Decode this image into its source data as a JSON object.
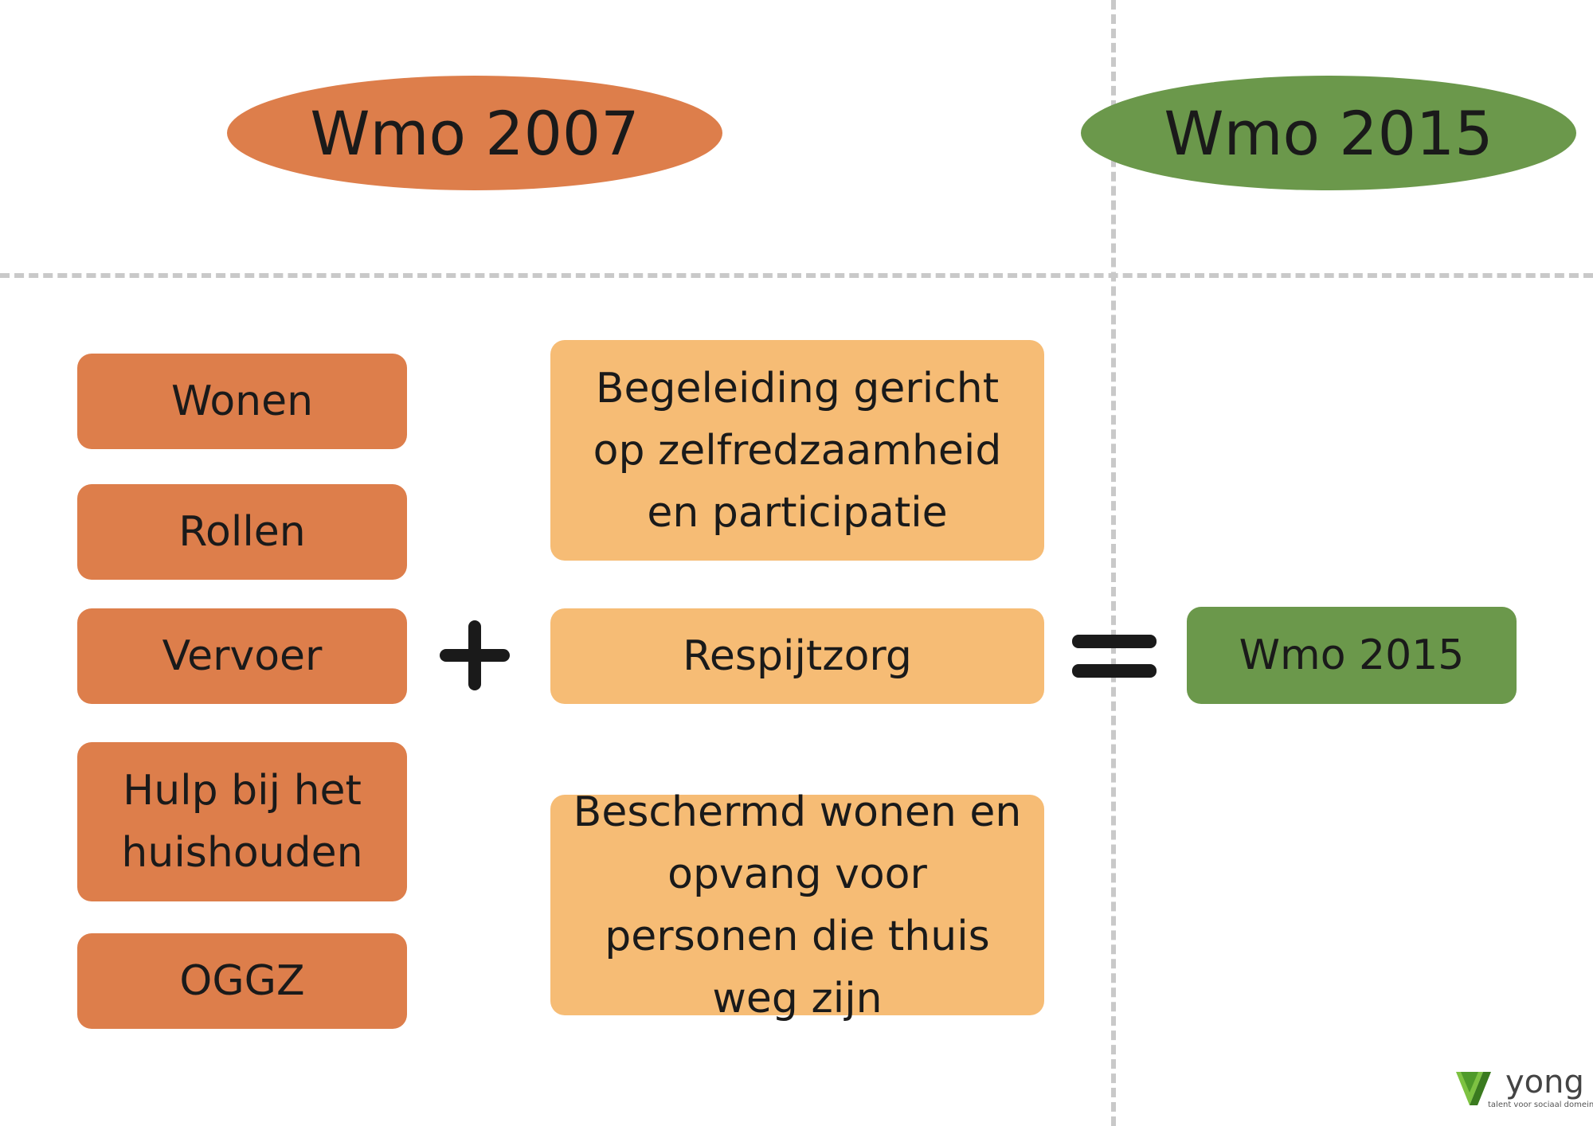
{
  "header": {
    "left_title": "Wmo 2007",
    "right_title": "Wmo 2015"
  },
  "left_column": {
    "items": [
      "Wonen",
      "Rollen",
      "Vervoer",
      "Hulp bij het huishouden",
      "OGGZ"
    ]
  },
  "middle_column": {
    "items": [
      "Begeleiding gericht op zelfredzaamheid en participatie",
      "Respijtzorg",
      "Beschermd wonen en opvang voor personen die thuis weg zijn"
    ]
  },
  "result": {
    "label": "Wmo 2015"
  },
  "logo": {
    "name": "yong",
    "tagline": "talent voor sociaal domein"
  },
  "colors": {
    "orange": "#dd7e4b",
    "light_orange": "#f6bc75",
    "green": "#6b984b",
    "divider": "#c9c9c9"
  }
}
